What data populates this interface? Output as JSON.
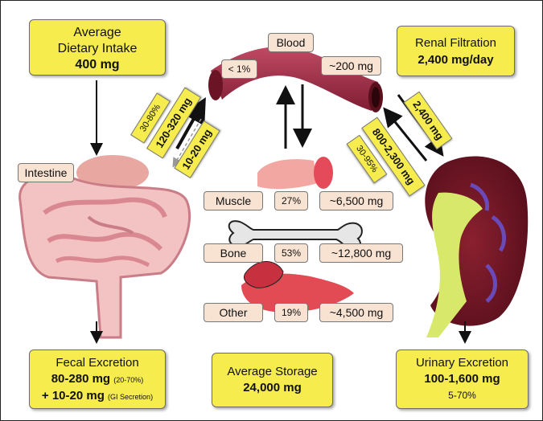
{
  "intake": {
    "line1": "Average",
    "line2": "Dietary Intake",
    "amount": "400 mg"
  },
  "renal": {
    "title": "Renal Filtration",
    "amount": "2,400 mg/day"
  },
  "blood": {
    "label": "Blood",
    "pct": "< 1%",
    "amount": "~200 mg"
  },
  "absorption": {
    "pct": "30-80%",
    "amount": "120-320 mg",
    "secretion": "10-20 mg"
  },
  "kidney_flow": {
    "filtered": "2,400 mg",
    "reabsorbed": "800-2,300 mg",
    "pct": "30-95%"
  },
  "intestine": {
    "label": "Intestine"
  },
  "storage_items": [
    {
      "name": "Muscle",
      "pct": "27%",
      "amount": "~6,500 mg"
    },
    {
      "name": "Bone",
      "pct": "53%",
      "amount": "~12,800 mg"
    },
    {
      "name": "Other",
      "pct": "19%",
      "amount": "~4,500 mg"
    }
  ],
  "fecal": {
    "title": "Fecal Excretion",
    "line1": "80-280 mg",
    "line1_note": "(20-70%)",
    "line2": "+ 10-20 mg",
    "line2_note": "(GI Secretion)"
  },
  "storage": {
    "title": "Average Storage",
    "amount": "24,000 mg"
  },
  "urinary": {
    "title": "Urinary Excretion",
    "amount": "100-1,600 mg",
    "pct": "5-70%"
  }
}
